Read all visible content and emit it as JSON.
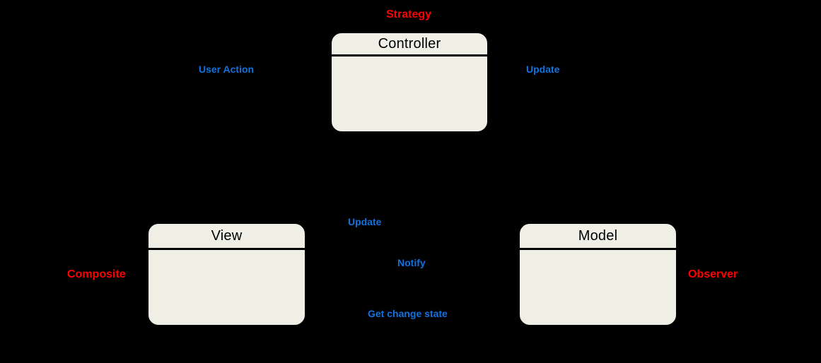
{
  "diagram": {
    "type": "uml-mvc-pattern-diagram",
    "colors": {
      "background": "#000000",
      "box_fill": "#F0EFE6",
      "box_line": "#000000",
      "pattern_label": "#FF0000",
      "edge_label": "#1172E0"
    },
    "boxes": [
      {
        "title": "Controller",
        "pattern": "Strategy"
      },
      {
        "title": "View",
        "pattern": "Composite"
      },
      {
        "title": "Model",
        "pattern": "Observer"
      }
    ],
    "edge_labels": [
      {
        "text": "User Action"
      },
      {
        "text": "Update"
      },
      {
        "text": "Update"
      },
      {
        "text": "Notify"
      },
      {
        "text": "Get change state"
      }
    ]
  }
}
